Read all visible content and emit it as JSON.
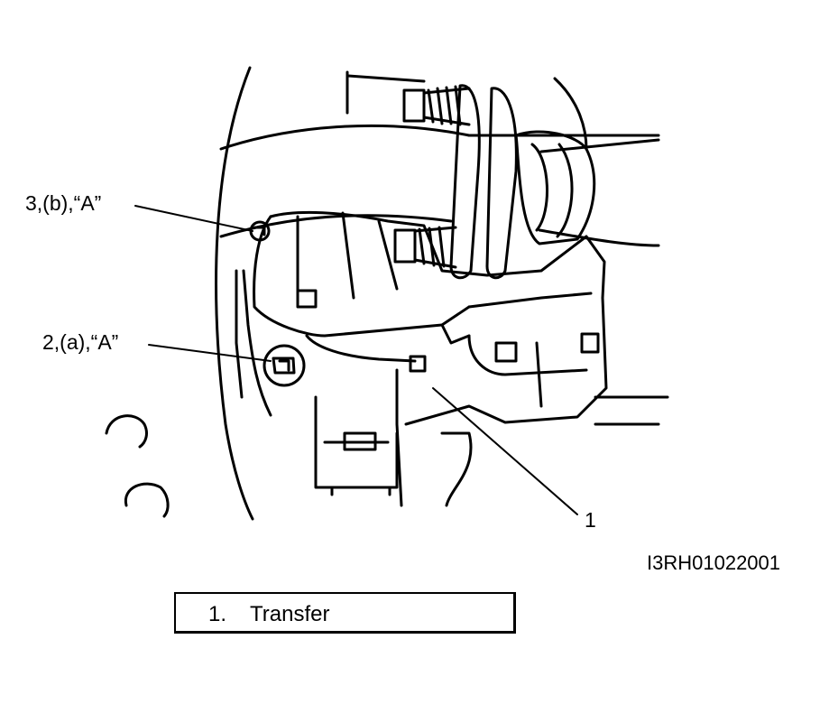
{
  "callouts": {
    "part3": "3,(b),“A”",
    "part2": "2,(a),“A”",
    "part1": "1"
  },
  "figure_id": "I3RH01022001",
  "legend": {
    "number": "1.",
    "name": "Transfer"
  }
}
